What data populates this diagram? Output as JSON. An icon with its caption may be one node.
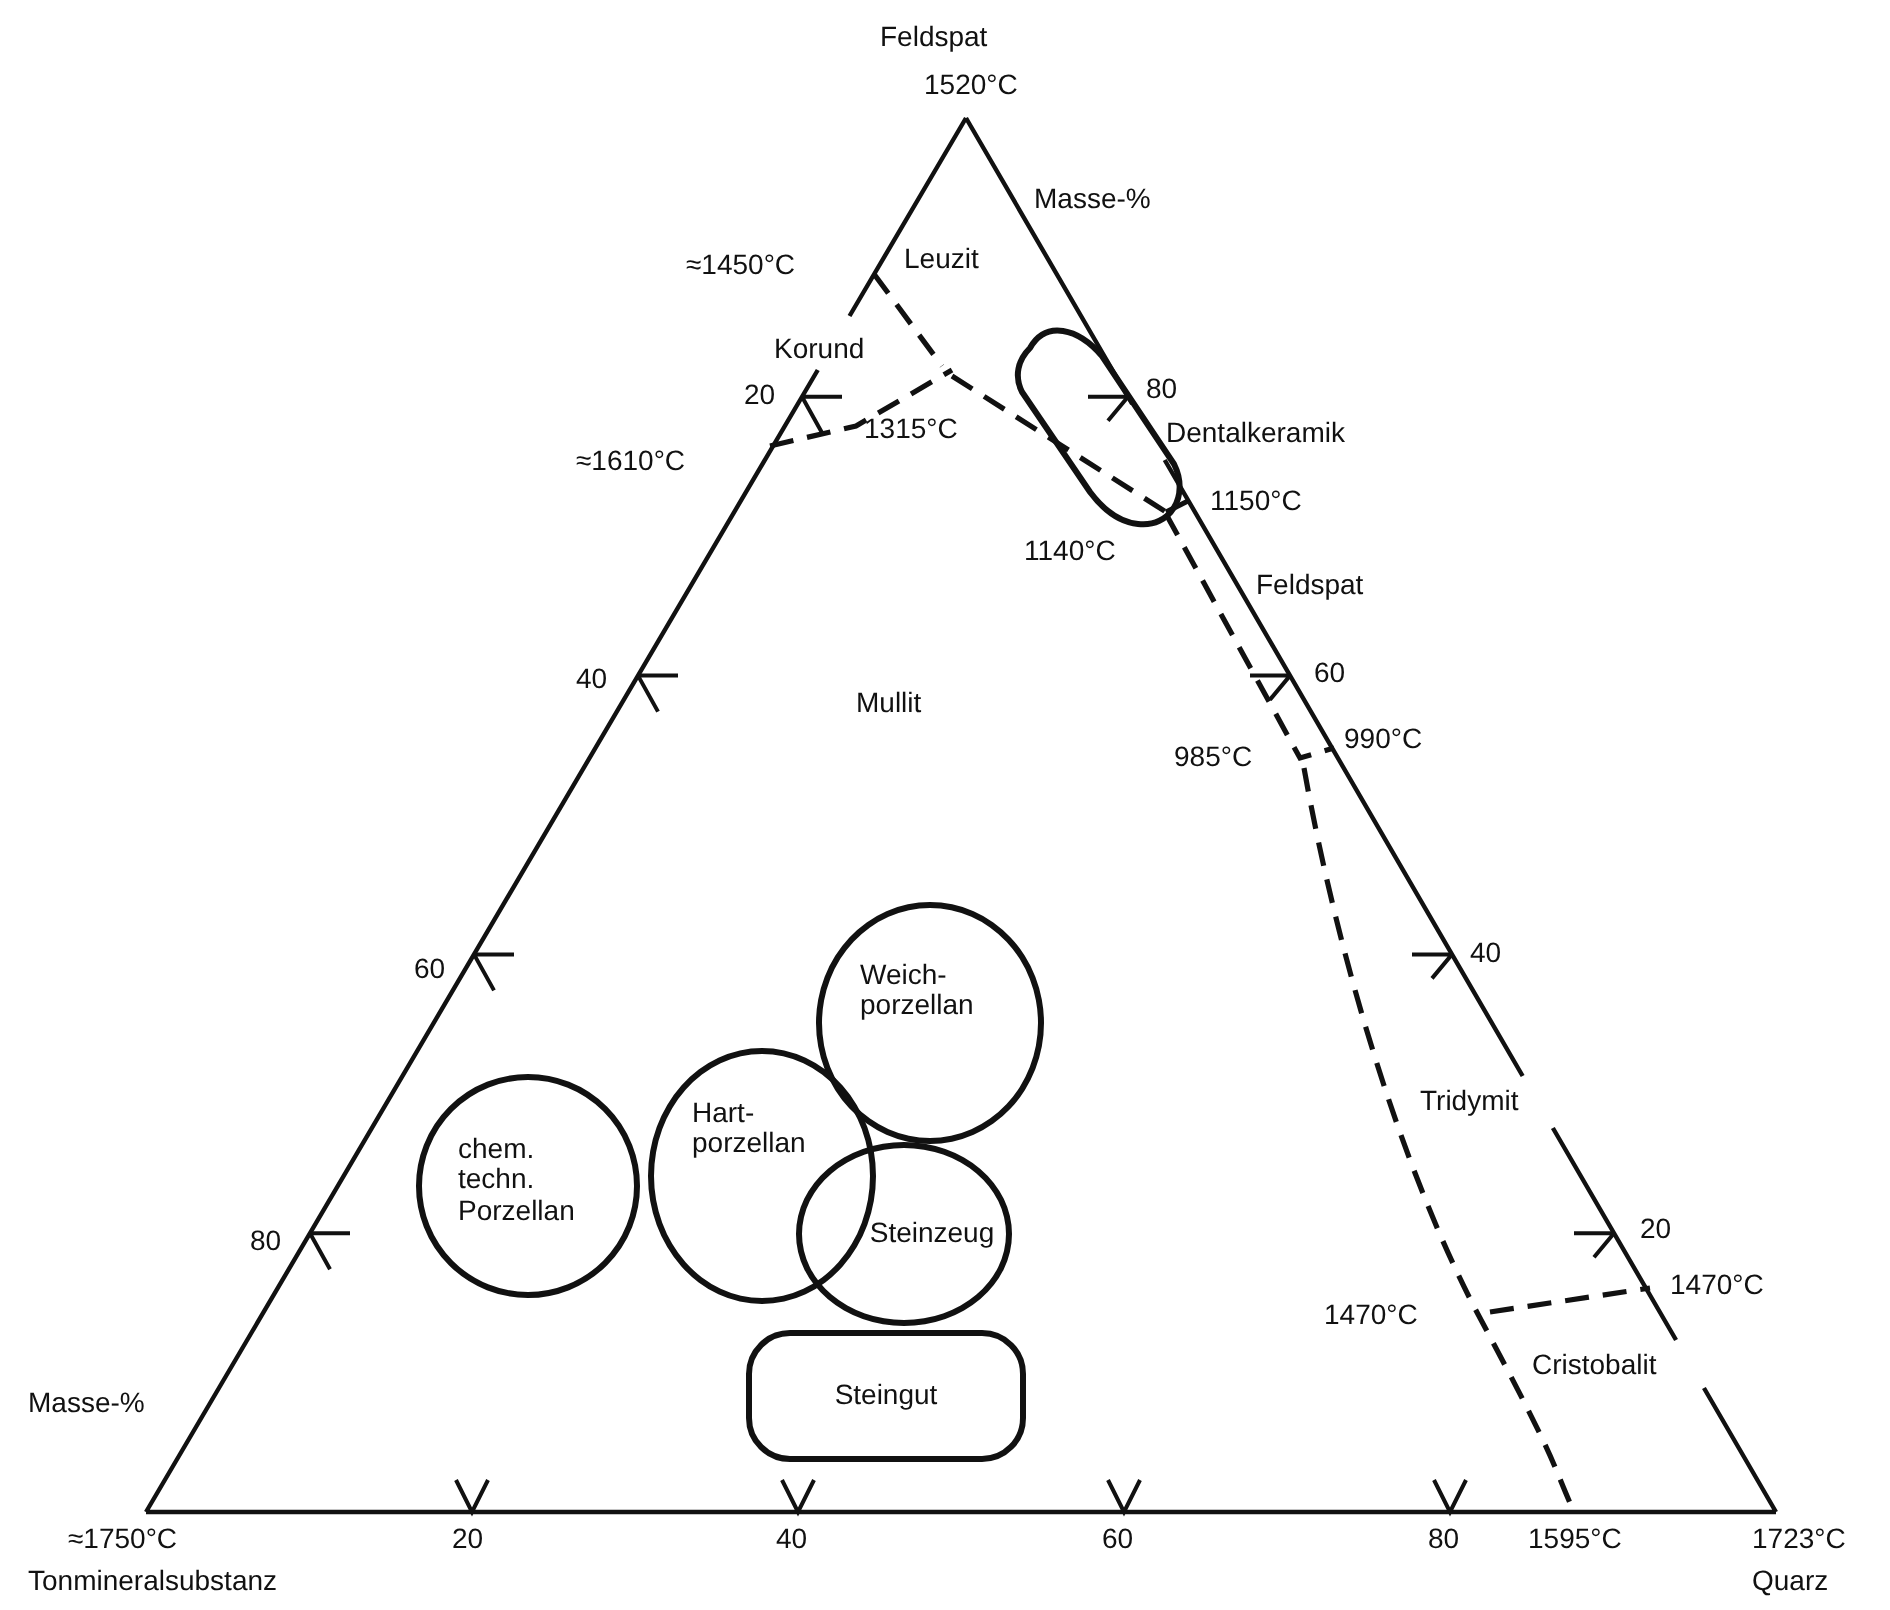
{
  "diagram": {
    "nodes": [
      {
        "text": [
          "Dentalkeramik"
        ]
      },
      {
        "text": [
          "Weich- porzellan"
        ]
      },
      {
        "text": [
          "chem. techn. Porzellan"
        ]
      },
      {
        "text": [
          "Hart- porzellan"
        ]
      },
      {
        "text": [
          "Steinzeug"
        ]
      },
      {
        "text": [
          "Steingut"
        ]
      }
    ],
    "labels": [
      "Feldspat",
      "1520°C",
      "Masse-%",
      "≈1450°C",
      "Leuzit",
      "Korund",
      "20",
      "80",
      "≈1610°C",
      "1315°C",
      "1150°C",
      "1140°C",
      "Feldspat",
      "40",
      "Mullit",
      "60",
      "985°C",
      "990°C",
      "60",
      "40",
      "Tridymit",
      "80",
      "20",
      "1470°C",
      "1470°C",
      "Cristobalit",
      "Masse-%",
      "≈1750°C",
      "20",
      "40",
      "60",
      "80",
      "1595°C",
      "1723°C",
      "Tonmineralsubstanz",
      "Quarz"
    ]
  }
}
